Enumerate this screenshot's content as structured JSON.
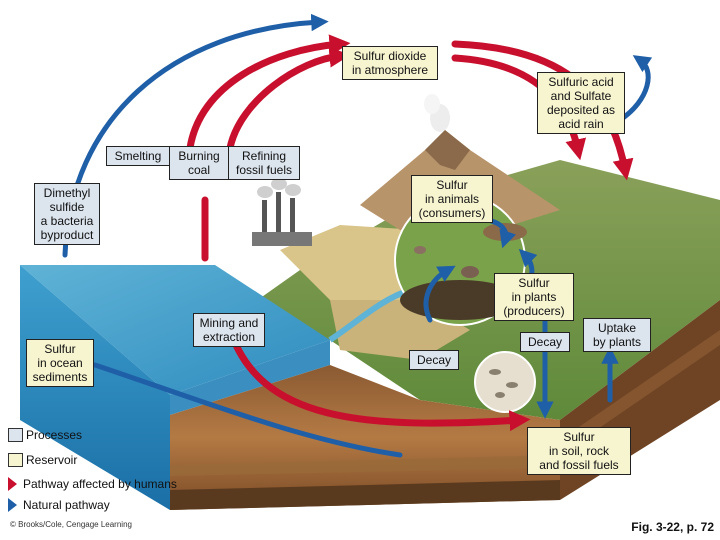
{
  "labels": {
    "sulfur_dioxide": "Sulfur dioxide\nin atmosphere",
    "sulfuric_acid": "Sulfuric acid\nand Sulfate\ndeposited as\nacid rain",
    "smelting": "Smelting",
    "burning_coal": "Burning\ncoal",
    "refining": "Refining\nfossil fuels",
    "dimethyl": "Dimethyl\nsulfide\na bacteria\nbyproduct",
    "sulfur_animals": "Sulfur\nin animals\n(consumers)",
    "sulfur_plants": "Sulfur\nin plants\n(producers)",
    "mining": "Mining and\nextraction",
    "ocean_sediments": "Sulfur\nin ocean\nsediments",
    "decay_right": "Decay",
    "uptake": "Uptake\nby plants",
    "decay_center": "Decay",
    "soil_rock": "Sulfur\nin soil, rock\nand fossil fuels"
  },
  "legend": {
    "processes": "Processes",
    "reservoir": "Reservoir",
    "human_pathway": "Pathway affected by humans",
    "natural_pathway": "Natural pathway"
  },
  "colors": {
    "process_box": "#dce4ee",
    "reservoir_box": "#f7f4d0",
    "human_arrow": "#c8102e",
    "natural_arrow": "#1f5fa8"
  },
  "footer": {
    "copyright": "© Brooks/Cole, Cengage Learning",
    "figure_ref": "Fig. 3-22, p. 72"
  }
}
